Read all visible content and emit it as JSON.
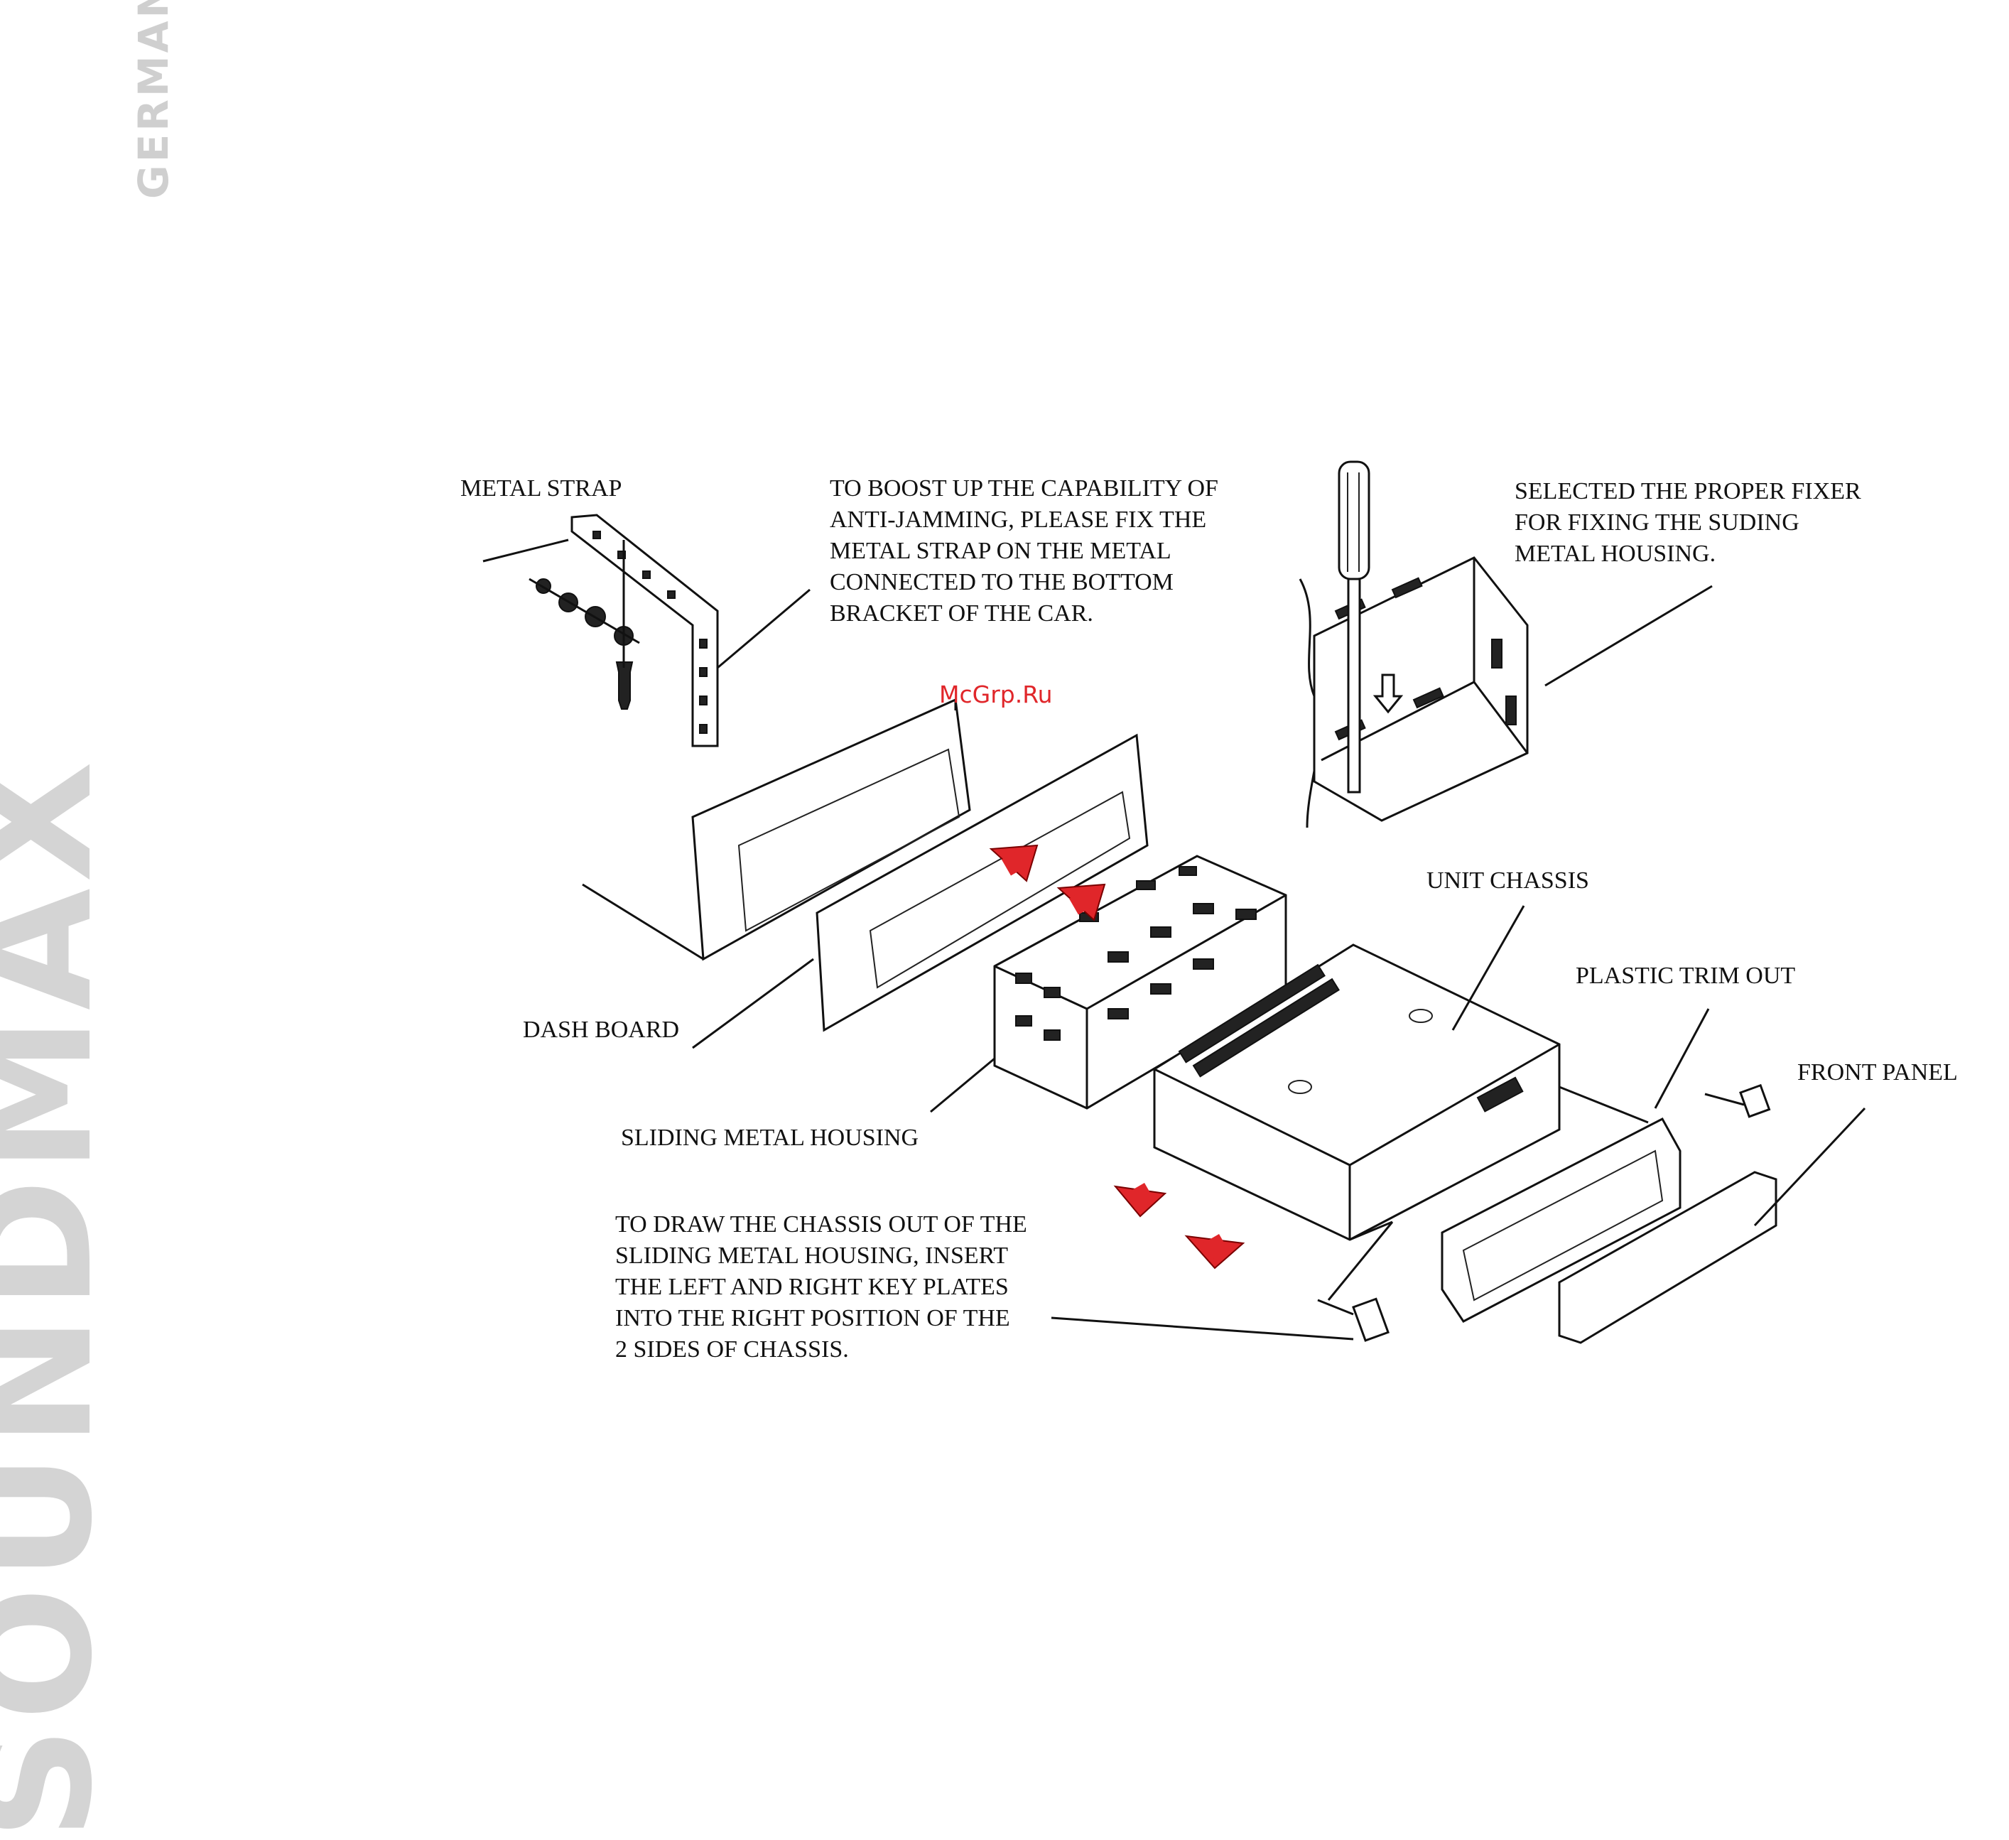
{
  "brand": {
    "name": "SOUNDMAX",
    "sub": "GERMANY"
  },
  "watermark": "McGrp.Ru",
  "labels": {
    "metal_strap": "METAL STRAP",
    "boost_note": "TO BOOST UP THE CAPABILITY OF\nANTI-JAMMING, PLEASE FIX THE\nMETAL STRAP ON THE METAL\nCONNECTED TO THE BOTTOM\nBRACKET OF THE CAR.",
    "fixer_note": "SELECTED THE PROPER FIXER\nFOR FIXING THE SUDING\nMETAL HOUSING.",
    "unit_chassis": "UNIT CHASSIS",
    "plastic_trim": "PLASTIC TRIM OUT",
    "front_panel": "FRONT PANEL",
    "dash_board": "DASH BOARD",
    "sliding_housing": "SLIDING METAL HOUSING",
    "draw_note": "TO DRAW THE CHASSIS OUT OF THE\nSLIDING METAL HOUSING, INSERT\nTHE LEFT AND RIGHT KEY PLATES\nINTO THE RIGHT POSITION OF THE\n2 SIDES OF CHASSIS."
  },
  "colors": {
    "arrow": "#e0262a",
    "line": "#111111",
    "brand_gray": "#d4d4d4"
  }
}
